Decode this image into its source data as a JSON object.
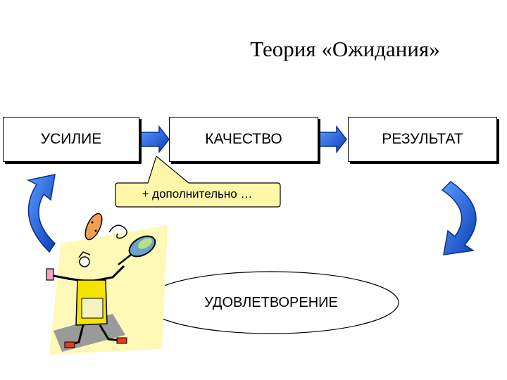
{
  "title": "Теория «Ожидания»",
  "boxes": {
    "effort": "УСИЛИЕ",
    "quality": "КАЧЕСТВО",
    "result": "РЕЗУЛЬТАТ"
  },
  "callout": "+ дополнительно …",
  "satisfaction": "УДОВЛЕТВОРЕНИЕ",
  "colors": {
    "arrow_blue": "#1f5fd6",
    "callout_fill": "#fff7a8",
    "cook_yellow": "#f5e300"
  }
}
